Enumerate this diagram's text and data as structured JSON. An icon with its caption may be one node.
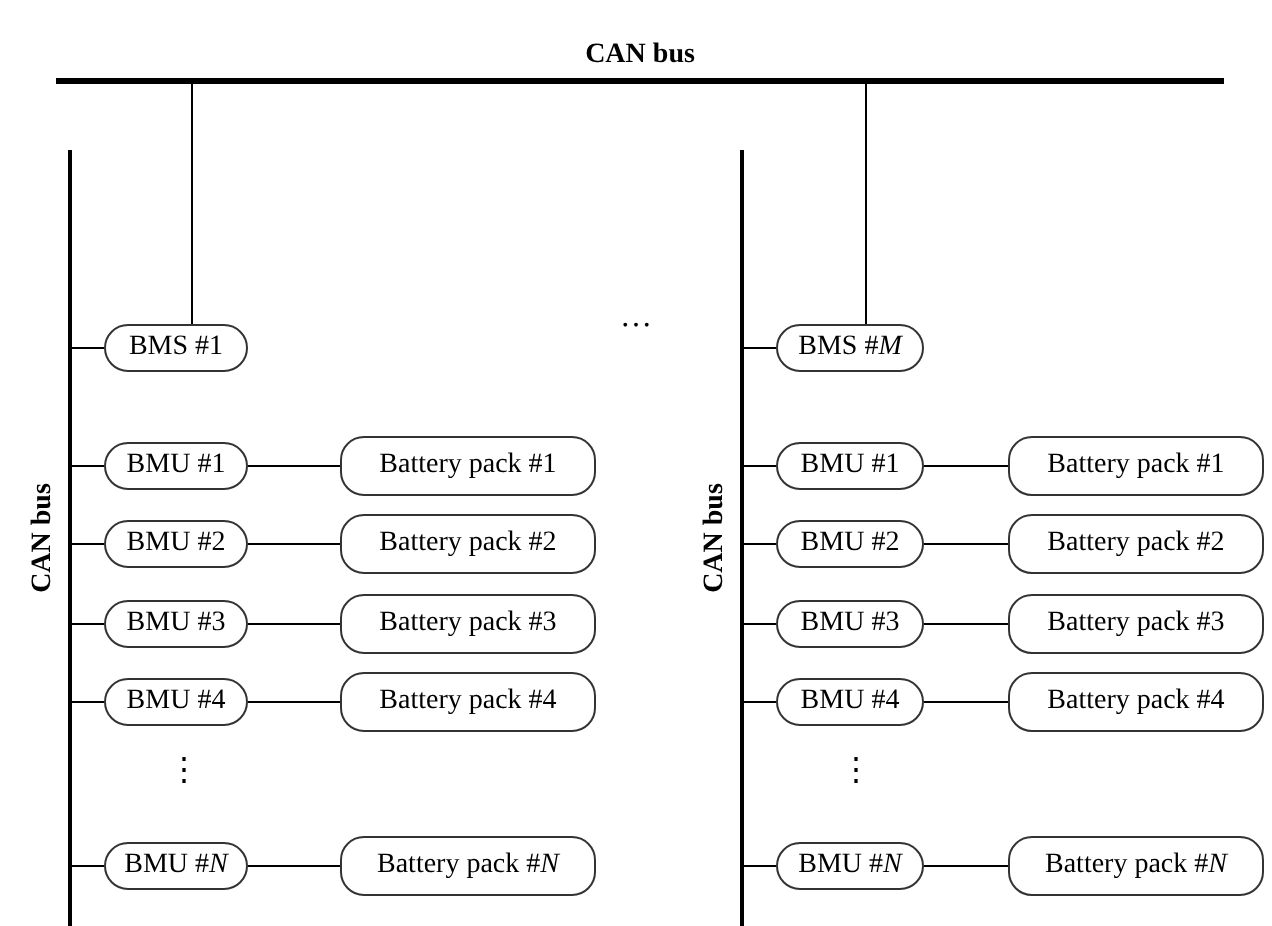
{
  "diagram": {
    "nodes": [
      {
        "text": [
          "CAN bus"
        ]
      },
      {
        "text": [
          "CAN bus"
        ]
      },
      {
        "text": [
          "BMS #1"
        ]
      },
      {
        "text": [
          "BMU #1"
        ]
      },
      {
        "text": [
          "BMU #2"
        ]
      },
      {
        "text": [
          "BMU #3"
        ]
      },
      {
        "text": [
          "BMU #4"
        ]
      },
      {
        "text": [
          "BMU #*N*"
        ]
      },
      {
        "text": [
          "Battery pack #1"
        ]
      },
      {
        "text": [
          "Battery pack #2"
        ]
      },
      {
        "text": [
          "Battery pack #3"
        ]
      },
      {
        "text": [
          "Battery pack #4"
        ]
      },
      {
        "text": [
          "Battery pack #*N*"
        ]
      },
      {
        "text": [
          "CAN bus"
        ]
      },
      {
        "text": [
          "BMS #*M*"
        ]
      },
      {
        "text": [
          "BMU #1"
        ]
      },
      {
        "text": [
          "BMU #2"
        ]
      },
      {
        "text": [
          "BMU #3"
        ]
      },
      {
        "text": [
          "BMU #4"
        ]
      },
      {
        "text": [
          "BMU #*N*"
        ]
      },
      {
        "text": [
          "Battery pack #1"
        ]
      },
      {
        "text": [
          "Battery pack #2"
        ]
      },
      {
        "text": [
          "Battery pack #3"
        ]
      },
      {
        "text": [
          "Battery pack #4"
        ]
      },
      {
        "text": [
          "Battery pack #*N*"
        ]
      }
    ],
    "edges": [
      {
        "from": 0,
        "to": 2,
        "arrow": "none"
      },
      {
        "from": 0,
        "to": 14,
        "arrow": "none"
      },
      {
        "from": 1,
        "to": 2,
        "arrow": "none"
      },
      {
        "from": 1,
        "to": 3,
        "arrow": "none"
      },
      {
        "from": 1,
        "to": 4,
        "arrow": "none"
      },
      {
        "from": 1,
        "to": 5,
        "arrow": "none"
      },
      {
        "from": 1,
        "to": 6,
        "arrow": "none"
      },
      {
        "from": 1,
        "to": 7,
        "arrow": "none"
      },
      {
        "from": 3,
        "to": 8,
        "arrow": "none"
      },
      {
        "from": 4,
        "to": 9,
        "arrow": "none"
      },
      {
        "from": 5,
        "to": 10,
        "arrow": "none"
      },
      {
        "from": 6,
        "to": 11,
        "arrow": "none"
      },
      {
        "from": 7,
        "to": 12,
        "arrow": "none"
      },
      {
        "from": 13,
        "to": 14,
        "arrow": "none"
      },
      {
        "from": 13,
        "to": 15,
        "arrow": "none"
      },
      {
        "from": 13,
        "to": 16,
        "arrow": "none"
      },
      {
        "from": 13,
        "to": 17,
        "arrow": "none"
      },
      {
        "from": 13,
        "to": 18,
        "arrow": "none"
      },
      {
        "from": 13,
        "to": 19,
        "arrow": "none"
      },
      {
        "from": 15,
        "to": 20,
        "arrow": "none"
      },
      {
        "from": 16,
        "to": 21,
        "arrow": "none"
      },
      {
        "from": 17,
        "to": 22,
        "arrow": "none"
      },
      {
        "from": 18,
        "to": 23,
        "arrow": "none"
      },
      {
        "from": 19,
        "to": 24,
        "arrow": "none"
      }
    ],
    "labels": [
      "…",
      "⋮",
      "⋮"
    ]
  }
}
